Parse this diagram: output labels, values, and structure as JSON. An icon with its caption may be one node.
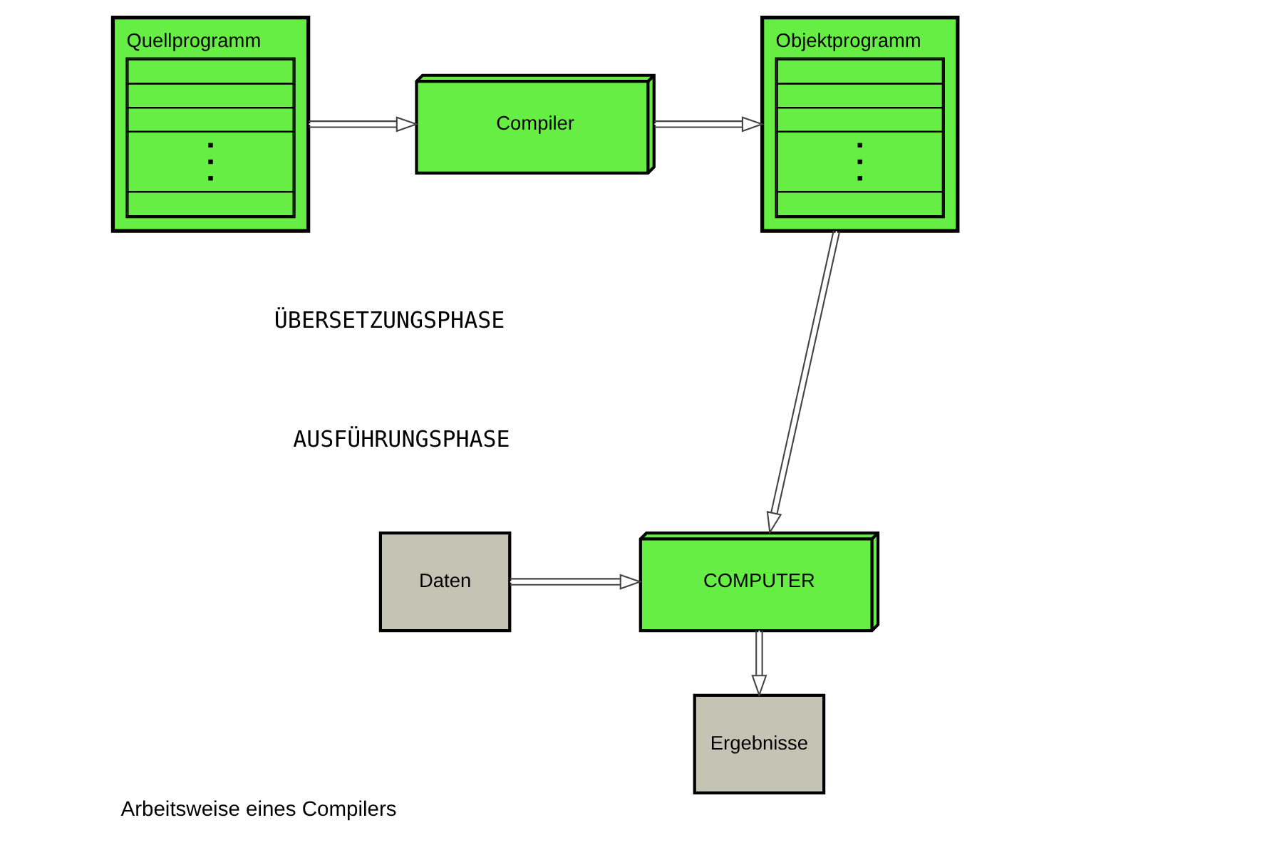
{
  "diagram": {
    "caption": "Arbeitsweise eines Compilers",
    "nodes": [
      {
        "text": [
          "Quellprogramm"
        ]
      },
      {
        "text": [
          "Compiler"
        ]
      },
      {
        "text": [
          "Objektprogramm"
        ]
      },
      {
        "text": [
          "Daten"
        ]
      },
      {
        "text": [
          "COMPUTER"
        ]
      },
      {
        "text": [
          "Ergebnisse"
        ]
      }
    ],
    "edges": [
      {
        "from": 0,
        "to": 1,
        "arrow": "to"
      },
      {
        "from": 1,
        "to": 2,
        "arrow": "to"
      },
      {
        "from": 2,
        "to": 4,
        "arrow": "to"
      },
      {
        "from": 3,
        "to": 4,
        "arrow": "to"
      },
      {
        "from": 4,
        "to": 5,
        "arrow": "to"
      }
    ],
    "labels": [
      "ÜBERSETZUNGSPHASE",
      "AUSFÜHRUNGSPHASE"
    ]
  }
}
